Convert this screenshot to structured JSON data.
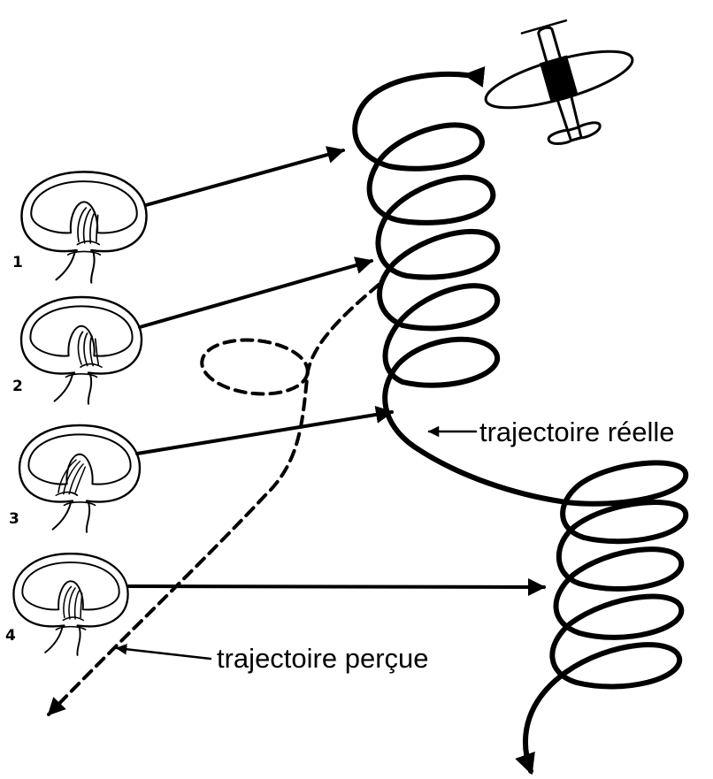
{
  "labels": {
    "real_trajectory": "trajectoire réelle",
    "perceived_trajectory": "trajectoire perçue"
  },
  "stages": [
    {
      "number": "1"
    },
    {
      "number": "2"
    },
    {
      "number": "3"
    },
    {
      "number": "4"
    }
  ],
  "icons": [
    "airplane-icon",
    "inner-ear-icon",
    "arrowhead-icon"
  ],
  "colors": {
    "ink": "#000000",
    "background": "#ffffff"
  }
}
